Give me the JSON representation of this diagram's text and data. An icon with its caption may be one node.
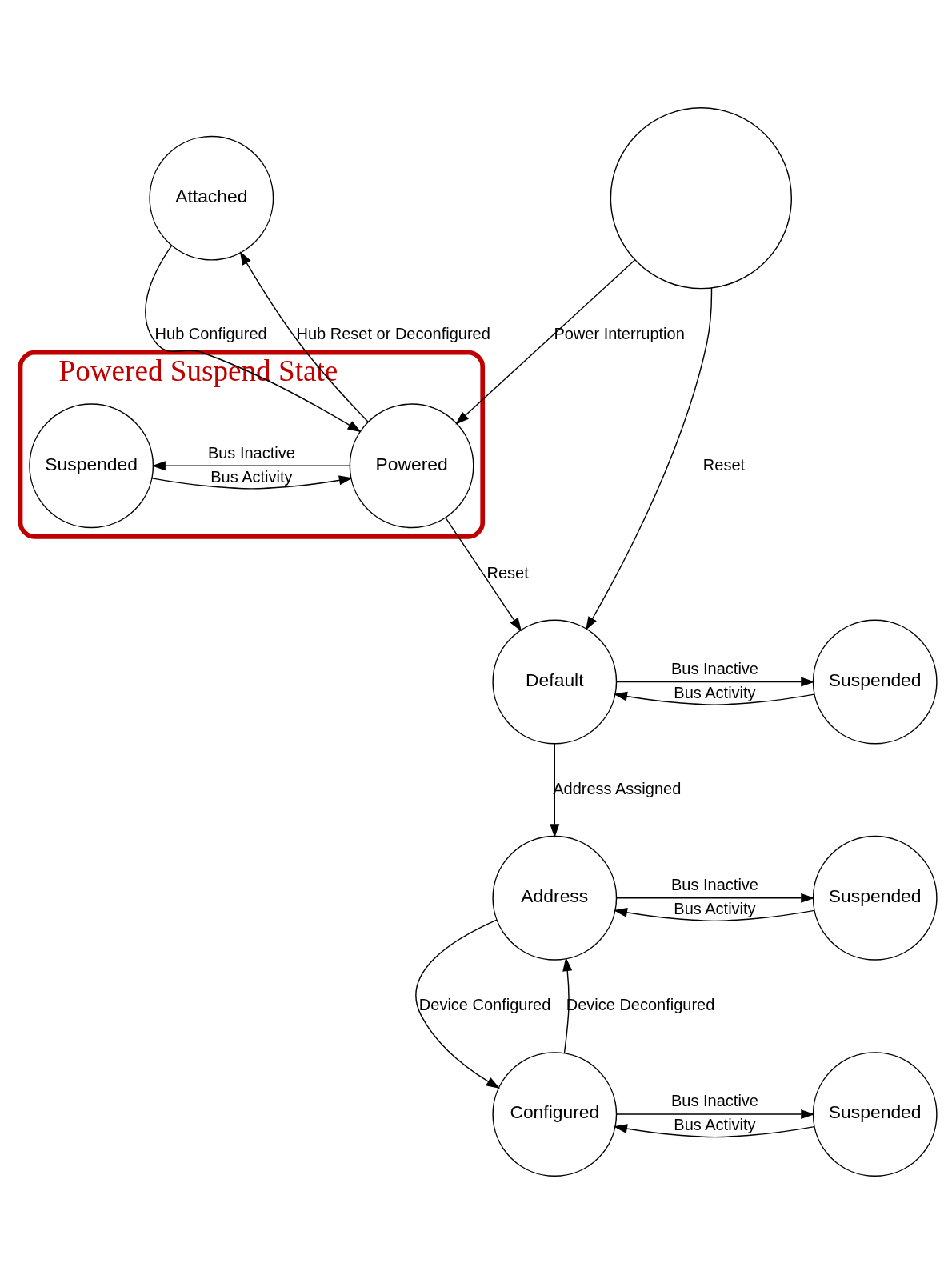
{
  "diagram": {
    "nodes": [
      {
        "text": [
          "Attached"
        ]
      },
      {
        "text": [
          "Powered Suspend State"
        ]
      },
      {
        "text": [
          "Powered"
        ],
        "in": 1
      },
      {
        "text": [
          "Suspended"
        ],
        "in": 1
      },
      {
        "text": [],
        "shape": "circle"
      },
      {
        "text": [
          "Default"
        ]
      },
      {
        "text": [
          "Suspended"
        ]
      },
      {
        "text": [
          "Address"
        ]
      },
      {
        "text": [
          "Suspended"
        ]
      },
      {
        "text": [
          "Configured"
        ]
      },
      {
        "text": [
          "Suspended"
        ]
      }
    ],
    "edges": [
      {
        "from": 2,
        "to": 0,
        "label": "Hub Reset or Deconfigured",
        "arrow": "to"
      },
      {
        "from": 0,
        "to": 2,
        "label": "Hub Configured",
        "arrow": "to"
      },
      {
        "from": 2,
        "to": 3,
        "label": "Bus Inactive",
        "arrow": "to"
      },
      {
        "from": 3,
        "to": 2,
        "label": "Bus Activity",
        "arrow": "to"
      },
      {
        "from": 4,
        "to": 2,
        "label": "Power Interruption",
        "arrow": "to"
      },
      {
        "from": 2,
        "to": 5,
        "label": "Reset",
        "arrow": "to"
      },
      {
        "from": 5,
        "to": 6,
        "label": "Bus Inactive",
        "arrow": "to"
      },
      {
        "from": 6,
        "to": 5,
        "label": "Bus Activity",
        "arrow": "to"
      },
      {
        "from": 4,
        "to": 5,
        "label": "Reset",
        "arrow": "to"
      },
      {
        "from": 5,
        "to": 7,
        "label": "Address Assigned",
        "arrow": "to"
      },
      {
        "from": 7,
        "to": 8,
        "label": "Bus Inactive",
        "arrow": "to"
      },
      {
        "from": 8,
        "to": 7,
        "label": "Bus Activity",
        "arrow": "to"
      },
      {
        "from": 7,
        "to": 9,
        "label": "Device Configured",
        "arrow": "to"
      },
      {
        "from": 9,
        "to": 7,
        "label": "Device Deconfigured",
        "arrow": "to"
      },
      {
        "from": 9,
        "to": 10,
        "label": "Bus Inactive",
        "arrow": "to"
      },
      {
        "from": 10,
        "to": 9,
        "label": "Bus Activity",
        "arrow": "to"
      }
    ]
  }
}
